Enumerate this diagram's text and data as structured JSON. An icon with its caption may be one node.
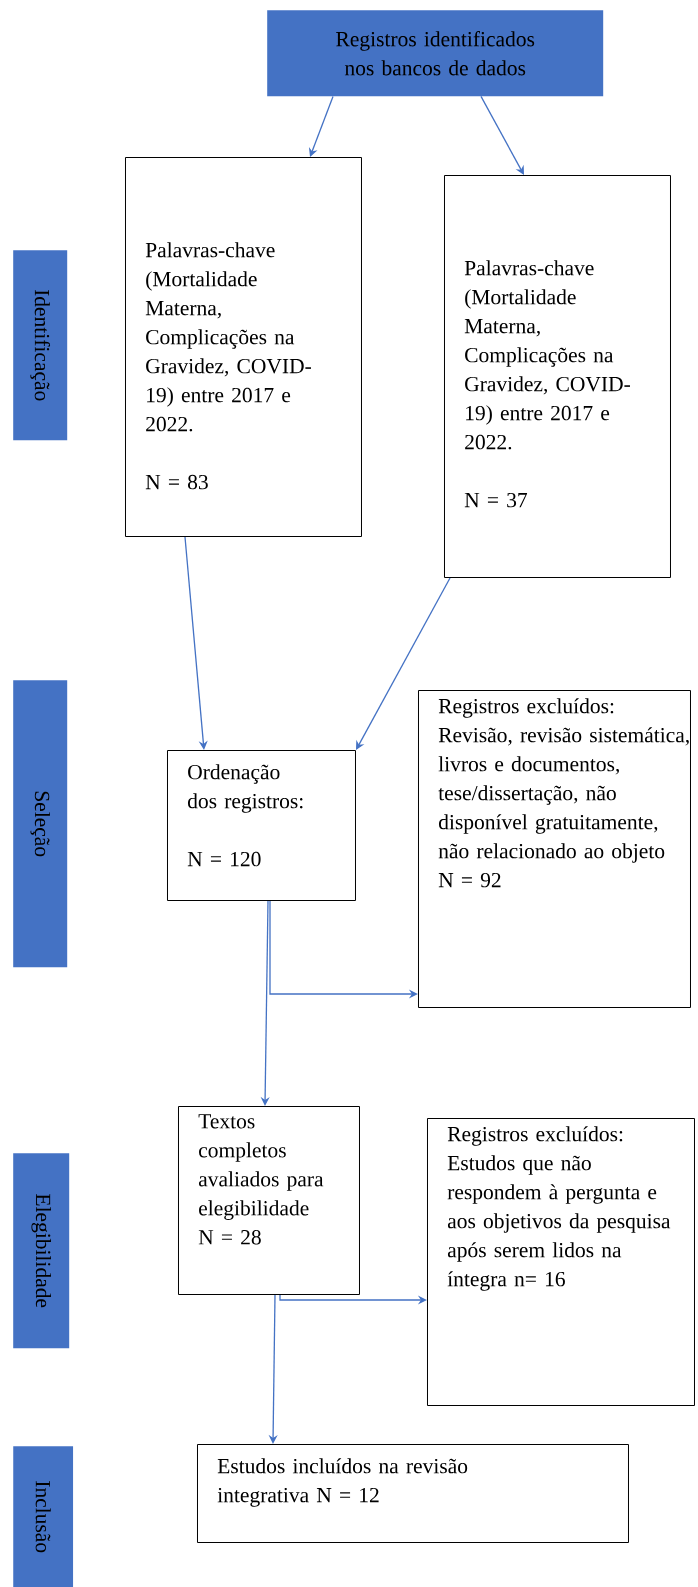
{
  "diagram": {
    "nodes": [
      {
        "text": [
          "Registros identificados nos bancos de dados"
        ]
      },
      {
        "text": [
          "Palavras-chave (Mortalidade Materna, Complicações na Gravidez, COVID-19) entre 2017 e 2022.",
          "N = 83"
        ]
      },
      {
        "text": [
          "Palavras-chave (Mortalidade Materna, Complicações na Gravidez, COVID-19) entre 2017 e 2022.",
          "N = 37"
        ]
      },
      {
        "text": [
          "Ordenação dos registros:",
          "N = 120"
        ]
      },
      {
        "text": [
          "Registros excluídos:",
          "Revisão, revisão sistemática, livros e documentos, tese/dissertação, não disponível gratuitamente, não relacionado ao objeto",
          "N = 92"
        ]
      },
      {
        "text": [
          "Textos completos avaliados para elegibilidade",
          "N = 28"
        ]
      },
      {
        "text": [
          "Registros excluídos:",
          "Estudos que não respondem à pergunta e aos objetivos da pesquisa após serem lidos na íntegra n= 16"
        ]
      },
      {
        "text": [
          "Estudos incluídos na revisão integrativa N = 12"
        ]
      },
      {
        "text": [
          "Identificação"
        ]
      },
      {
        "text": [
          "Seleção"
        ]
      },
      {
        "text": [
          "Elegibilidade"
        ]
      },
      {
        "text": [
          "Inclusão"
        ]
      }
    ],
    "edges": [
      {
        "from": 0,
        "to": 1,
        "arrow": "to"
      },
      {
        "from": 0,
        "to": 2,
        "arrow": "to"
      },
      {
        "from": 1,
        "to": 3,
        "arrow": "to"
      },
      {
        "from": 2,
        "to": 3,
        "arrow": "to"
      },
      {
        "from": 3,
        "to": 5,
        "arrow": "to"
      },
      {
        "from": 3,
        "to": 4,
        "arrow": "to"
      },
      {
        "from": 5,
        "to": 7,
        "arrow": "to"
      },
      {
        "from": 5,
        "to": 6,
        "arrow": "to"
      }
    ]
  }
}
